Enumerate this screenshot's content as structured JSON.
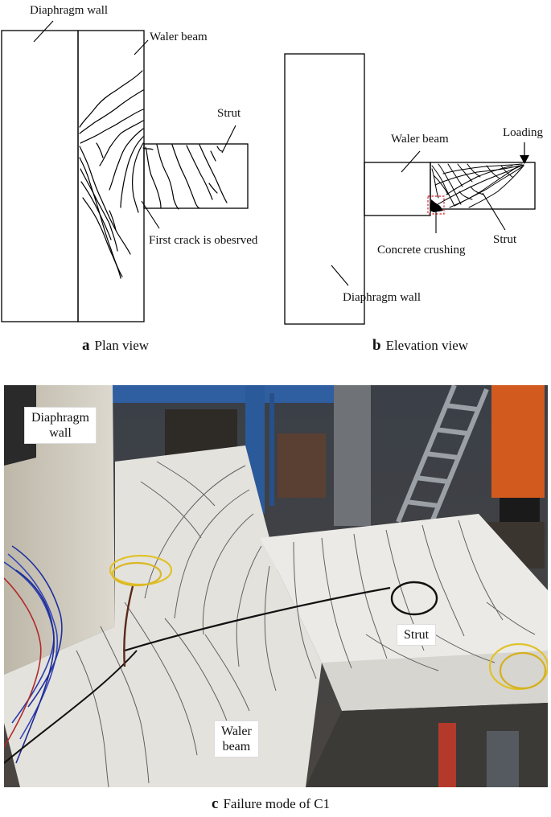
{
  "plan": {
    "labels": {
      "diaphragm_wall": "Diaphragm wall",
      "waler_beam": "Waler beam",
      "strut": "Strut",
      "first_crack": "First crack is obesrved"
    },
    "caption_letter": "a",
    "caption_text": "Plan view"
  },
  "elevation": {
    "labels": {
      "waler_beam": "Waler beam",
      "loading": "Loading",
      "concrete_crushing": "Concrete crushing",
      "strut": "Strut",
      "diaphragm_wall": "Diaphragm wall"
    },
    "caption_letter": "b",
    "caption_text": "Elevation view"
  },
  "photo": {
    "labels": {
      "diaphragm_wall_line1": "Diaphragm",
      "diaphragm_wall_line2": "wall",
      "strut": "Strut",
      "waler_beam_line1": "Waler",
      "waler_beam_line2": "beam"
    },
    "caption_letter": "c",
    "caption_text": "Failure mode of C1"
  }
}
